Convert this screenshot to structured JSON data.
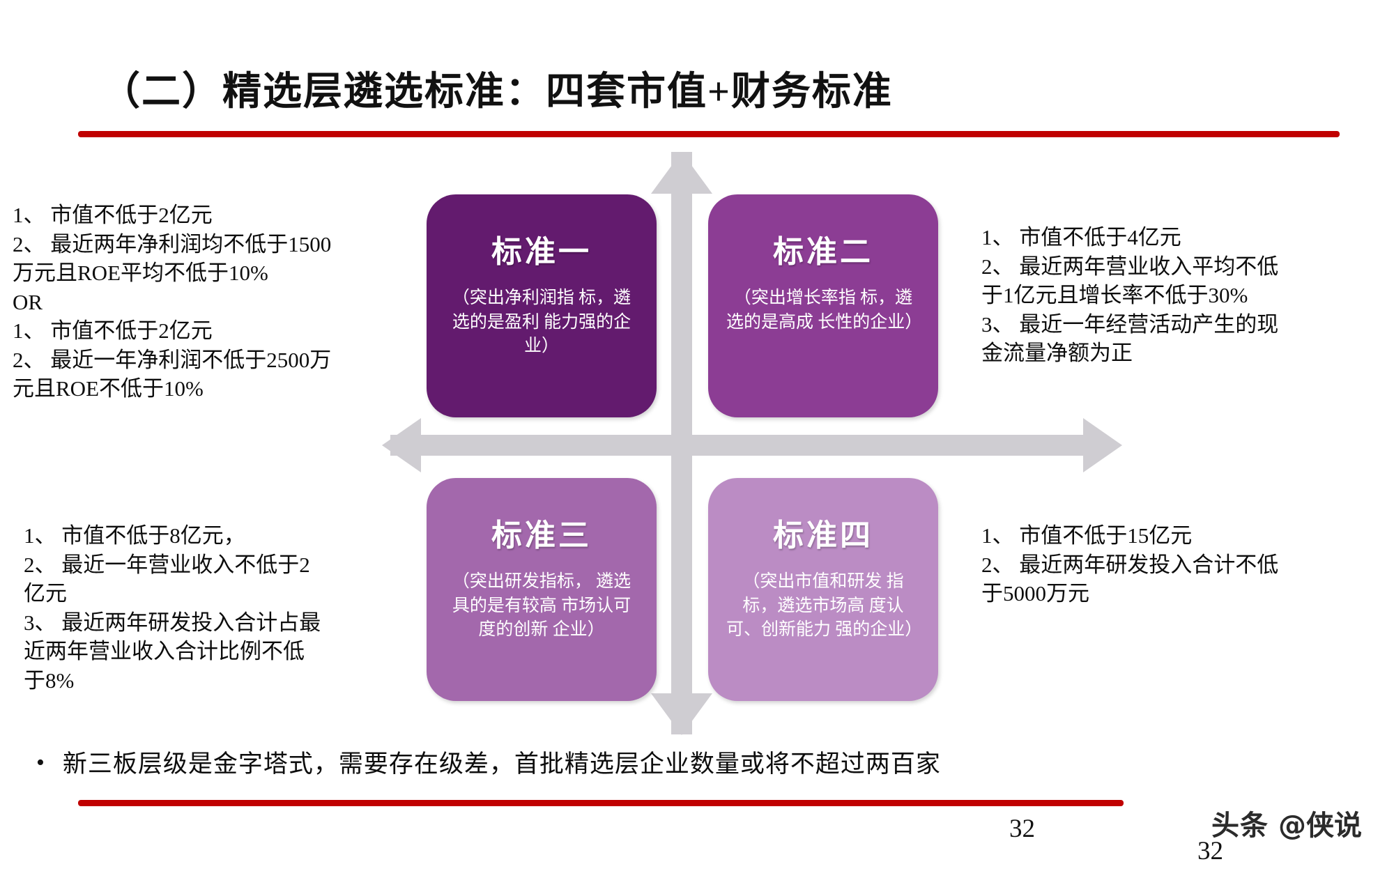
{
  "slide": {
    "title": "（二）精选层遴选标准：四套市值+财务标准",
    "page_number": "32",
    "page_number_shadow": "32",
    "accent_rule_color": "#c00000"
  },
  "quadrant": {
    "arrow_color": "#cfcdd2",
    "cards": [
      {
        "id": "card1",
        "title": "标准一",
        "desc": "（突出净利润指\n标，遴选的是盈利\n能力强的企业）",
        "color": "#631b6e"
      },
      {
        "id": "card2",
        "title": "标准二",
        "desc": "（突出增长率指\n标，遴选的是高成\n长性的企业）",
        "color": "#8c3d94"
      },
      {
        "id": "card3",
        "title": "标准三",
        "desc": "（突出研发指标，\n遴选具的是有较高\n市场认可度的创新\n企业）",
        "color": "#a368ac"
      },
      {
        "id": "card4",
        "title": "标准四",
        "desc": "（突出市值和研发\n指标，遴选市场高\n度认可、创新能力\n强的企业）",
        "color": "#bb8cc4"
      }
    ]
  },
  "criteria": {
    "top_left": {
      "lines": [
        {
          "text": "1、 市值不低于2亿元",
          "bold": false
        },
        {
          "text": "2、 最近两年",
          "bold": false
        },
        {
          "text": "净利润均不低于1500",
          "bold": true
        },
        {
          "text": "万元",
          "bold": true
        },
        {
          "text": "且ROE平均不低于10%",
          "bold": false
        },
        {
          "text": "OR",
          "bold": false
        },
        {
          "text": "1、 市值不低于2亿元",
          "bold": false
        },
        {
          "text": "2、 最近一年",
          "bold": false
        },
        {
          "text": "净利润不低于2500万",
          "bold": true
        },
        {
          "text": "元",
          "bold": true
        },
        {
          "text": "且ROE不低于10%",
          "bold": false
        }
      ],
      "rendered": "1、 市值不低于2亿元\n2、 最近两年净利润均不低于1500\n万元且ROE平均不低于10%\nOR\n1、 市值不低于2亿元\n2、 最近一年净利润不低于2500万\n元且ROE不低于10%"
    },
    "top_right": {
      "rendered": "1、 市值不低于4亿元\n2、 最近两年营业收入平均不低\n于1亿元且增长率不低于30%\n3、 最近一年经营活动产生的现\n金流量净额为正"
    },
    "bottom_left": {
      "rendered": "1、 市值不低于8亿元，\n2、 最近一年营业收入不低于2\n亿元\n3、 最近两年研发投入合计占最\n近两年营业收入合计比例不低\n于8%"
    },
    "bottom_right": {
      "rendered": "1、 市值不低于15亿元\n2、 最近两年研发投入合计不低\n于5000万元"
    }
  },
  "footer": {
    "bullet_marker": "•",
    "bullet_text": "新三板层级是金字塔式，需要存在级差，首批精选层企业数量或将不超过两百家",
    "watermark_left": "头条",
    "watermark_right": "@侠说"
  }
}
